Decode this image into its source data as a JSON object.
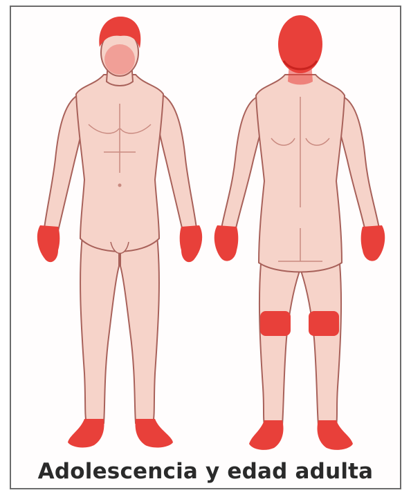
{
  "caption": "Adolescencia y edad adulta",
  "colors": {
    "skin": "#f6d3c9",
    "outline": "#a8615a",
    "affected": "#e8403a",
    "affected_dark": "#c8231f"
  },
  "figures": [
    {
      "view": "front",
      "affected_areas": [
        "head",
        "left-hand",
        "right-hand",
        "left-foot",
        "right-foot"
      ]
    },
    {
      "view": "back",
      "affected_areas": [
        "head",
        "left-hand",
        "right-hand",
        "left-knee",
        "right-knee",
        "left-foot",
        "right-foot"
      ]
    }
  ]
}
